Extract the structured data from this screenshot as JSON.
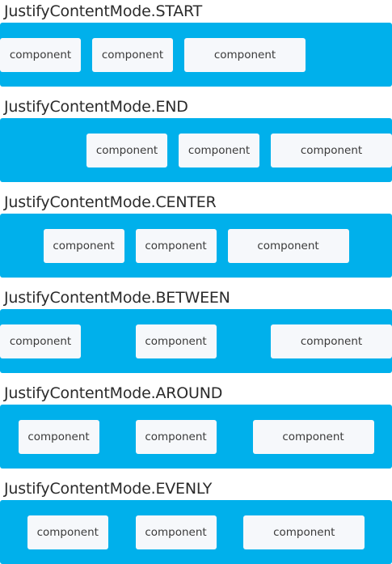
{
  "sections": [
    {
      "title": "JustifyContentMode.START",
      "items": [
        "component",
        "component",
        "component"
      ]
    },
    {
      "title": "JustifyContentMode.END",
      "items": [
        "component",
        "component",
        "component"
      ]
    },
    {
      "title": "JustifyContentMode.CENTER",
      "items": [
        "component",
        "component",
        "component"
      ]
    },
    {
      "title": "JustifyContentMode.BETWEEN",
      "items": [
        "component",
        "component",
        "component"
      ]
    },
    {
      "title": "JustifyContentMode.AROUND",
      "items": [
        "component",
        "component",
        "component"
      ]
    },
    {
      "title": "JustifyContentMode.EVENLY",
      "items": [
        "component",
        "component",
        "component"
      ]
    }
  ],
  "colors": {
    "row_background": "#00b0eb",
    "component_background": "#f6f8fb",
    "title_text": "#2b2b2b"
  }
}
